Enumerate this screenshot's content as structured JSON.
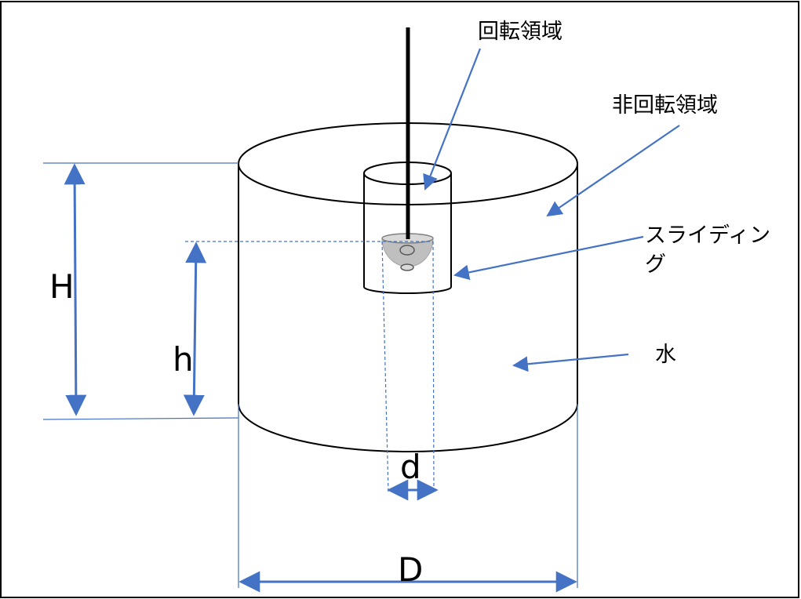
{
  "labels": {
    "rotating_region": "回転領域",
    "non_rotating_region": "非回転領域",
    "sliding_line1": "スライディン",
    "sliding_line2": "グ",
    "water": "水"
  },
  "dimensions": {
    "tank_height": "H",
    "impeller_height": "h",
    "impeller_diameter": "d",
    "tank_diameter": "D"
  },
  "colors": {
    "outline": "#000000",
    "annotation": "#4472c4",
    "impeller_fill": "#bfbfbf"
  }
}
